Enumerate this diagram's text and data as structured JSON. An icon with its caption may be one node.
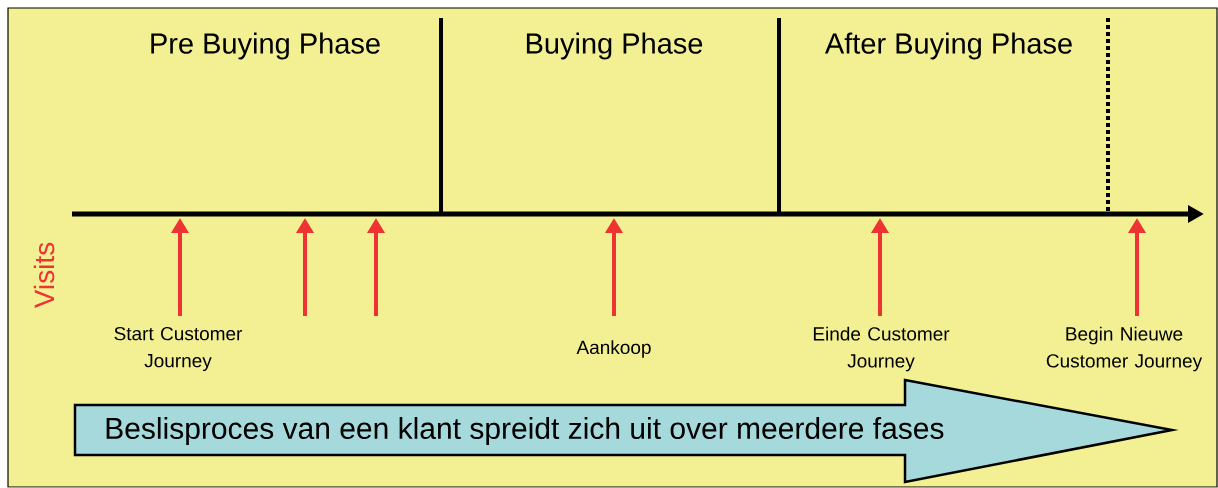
{
  "diagram": {
    "nodes": [
      {
        "text": [
          "Beslisproces van een klant spreidt zich uit over meerdere fases"
        ]
      }
    ],
    "labels": [
      "Pre Buying Phase",
      "Buying Phase",
      "After Buying Phase",
      "Visits",
      "Start Customer Journey",
      "Aankoop",
      "Einde Customer Journey",
      "Begin Nieuwe Customer Journey"
    ]
  }
}
